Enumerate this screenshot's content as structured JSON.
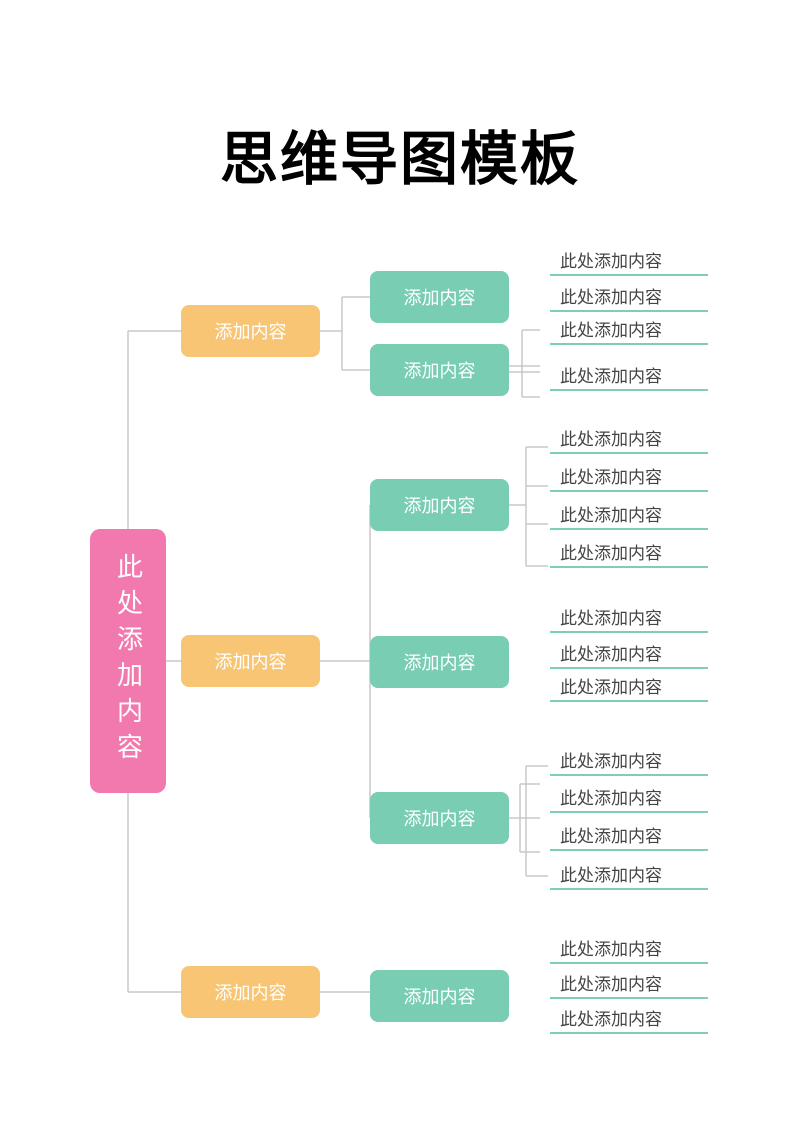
{
  "title": "思维导图模板",
  "root": {
    "label": "此处添加内容"
  },
  "branches": [
    {
      "label": "添加内容",
      "children": [
        {
          "label": "添加内容",
          "leaves": [
            "此处添加内容",
            "此处添加内容"
          ]
        },
        {
          "label": "添加内容",
          "leaves": [
            "此处添加内容",
            "此处添加内容"
          ]
        }
      ]
    },
    {
      "label": "添加内容",
      "children": [
        {
          "label": "添加内容",
          "leaves": [
            "此处添加内容",
            "此处添加内容",
            "此处添加内容",
            "此处添加内容"
          ]
        },
        {
          "label": "添加内容",
          "leaves": [
            "此处添加内容",
            "此处添加内容",
            "此处添加内容"
          ]
        },
        {
          "label": "添加内容",
          "leaves": [
            "此处添加内容",
            "此处添加内容",
            "此处添加内容",
            "此处添加内容"
          ]
        }
      ]
    },
    {
      "label": "添加内容",
      "children": [
        {
          "label": "添加内容",
          "leaves": [
            "此处添加内容",
            "此处添加内容",
            "此处添加内容"
          ]
        }
      ]
    }
  ],
  "colors": {
    "root": "#f279ad",
    "level1": "#f8c574",
    "level2": "#79cdb3",
    "underline": "#7fcdb3",
    "connector": "#c8c8c8"
  }
}
